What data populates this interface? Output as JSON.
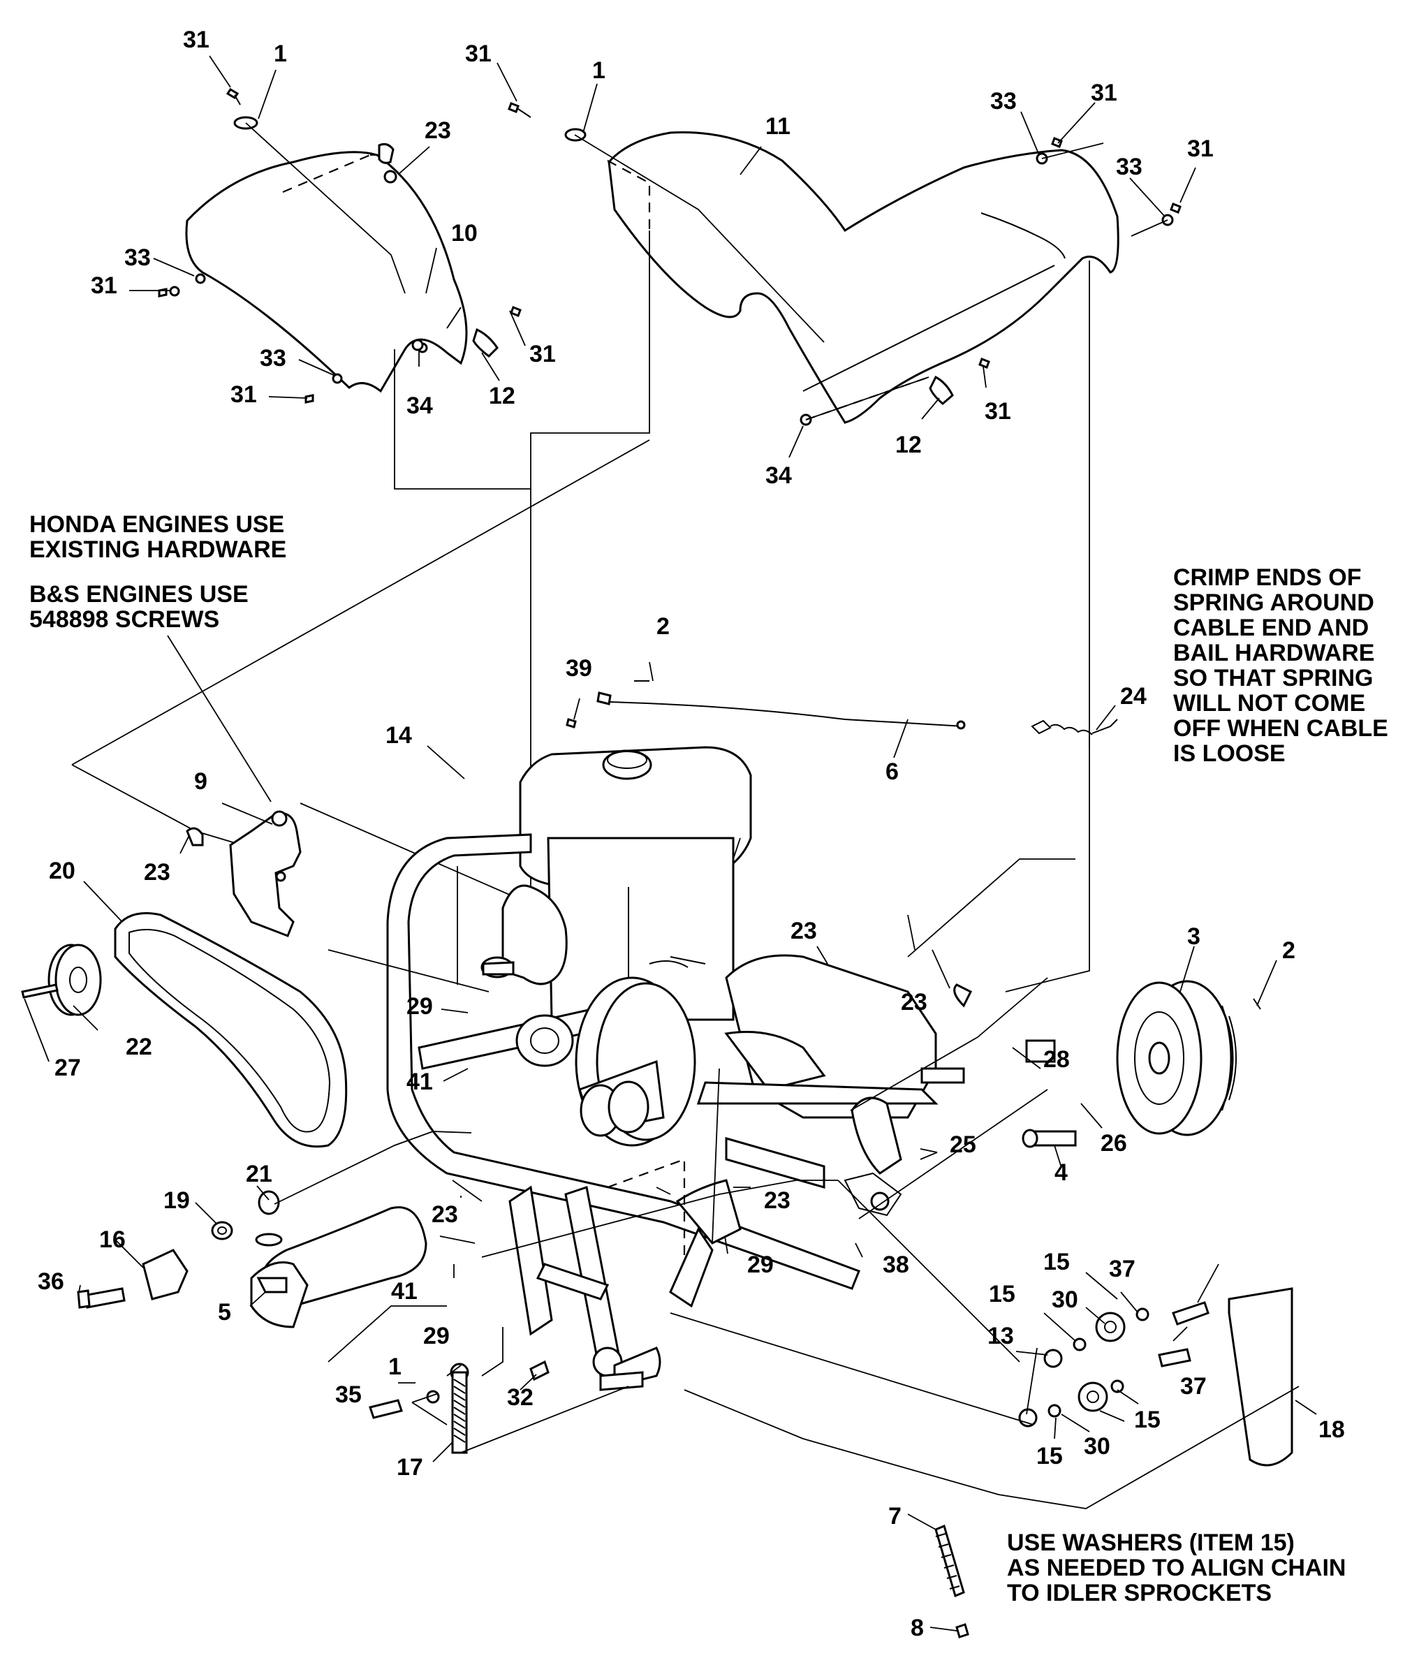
{
  "notes": {
    "honda_line1": "HONDA ENGINES USE",
    "honda_line2": "EXISTING HARDWARE",
    "bs_line1": "B&S ENGINES USE",
    "bs_line2": "548898 SCREWS",
    "crimp_line1": "CRIMP ENDS OF",
    "crimp_line2": "SPRING AROUND",
    "crimp_line3": "CABLE END AND",
    "crimp_line4": "BAIL HARDWARE",
    "crimp_line5": "SO THAT SPRING",
    "crimp_line6": "WILL NOT COME",
    "crimp_line7": "OFF WHEN CABLE",
    "crimp_line8": "IS LOOSE",
    "washer_line1": "USE WASHERS (ITEM 15)",
    "washer_line2": "AS NEEDED TO ALIGN CHAIN",
    "washer_line3": "TO IDLER SPROCKETS"
  },
  "callouts": [
    "31",
    "1",
    "31",
    "1",
    "11",
    "23",
    "33",
    "31",
    "33",
    "31",
    "10",
    "33",
    "31",
    "31",
    "12",
    "33",
    "31",
    "34",
    "31",
    "12",
    "34",
    "2",
    "39",
    "24",
    "6",
    "14",
    "9",
    "23",
    "20",
    "23",
    "3",
    "2",
    "29",
    "23",
    "28",
    "41",
    "22",
    "27",
    "25",
    "26",
    "4",
    "21",
    "19",
    "23",
    "23",
    "16",
    "41",
    "29",
    "38",
    "36",
    "5",
    "15",
    "37",
    "29",
    "15",
    "30",
    "13",
    "1",
    "32",
    "37",
    "35",
    "15",
    "17",
    "30",
    "15",
    "18",
    "7",
    "8"
  ]
}
